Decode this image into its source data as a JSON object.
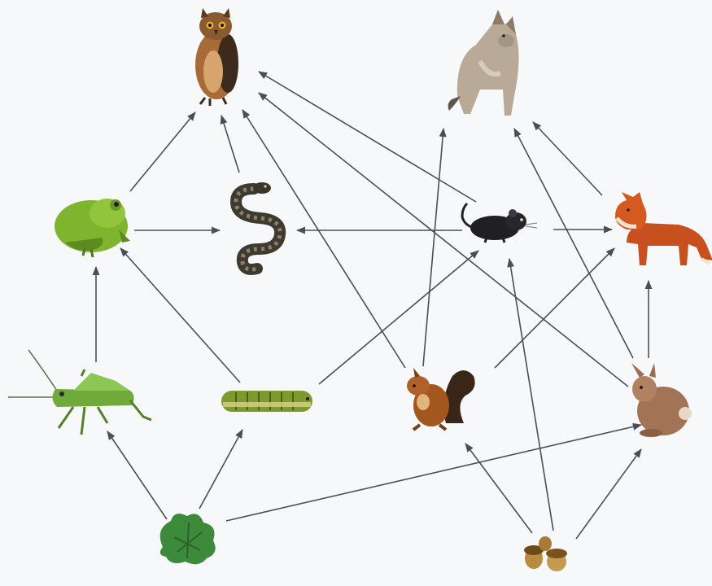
{
  "diagram": {
    "type": "food-web",
    "arrow_color": "#4a4f57",
    "organisms": [
      {
        "id": "owl",
        "icon": "owl-icon"
      },
      {
        "id": "coyote",
        "icon": "coyote-icon"
      },
      {
        "id": "frog",
        "icon": "frog-icon"
      },
      {
        "id": "snake",
        "icon": "snake-icon"
      },
      {
        "id": "mouse",
        "icon": "mouse-icon"
      },
      {
        "id": "fox",
        "icon": "fox-icon"
      },
      {
        "id": "grasshopper",
        "icon": "grasshopper-icon"
      },
      {
        "id": "caterpillar",
        "icon": "caterpillar-icon"
      },
      {
        "id": "squirrel",
        "icon": "squirrel-icon"
      },
      {
        "id": "rabbit",
        "icon": "rabbit-icon"
      },
      {
        "id": "plant",
        "icon": "leafy-plant-icon"
      },
      {
        "id": "nuts",
        "icon": "acorns-icon"
      }
    ],
    "energy_flows": [
      {
        "from": "frog",
        "to": "owl"
      },
      {
        "from": "snake",
        "to": "owl"
      },
      {
        "from": "squirrel",
        "to": "owl"
      },
      {
        "from": "mouse",
        "to": "owl"
      },
      {
        "from": "rabbit",
        "to": "owl"
      },
      {
        "from": "squirrel",
        "to": "coyote"
      },
      {
        "from": "rabbit",
        "to": "coyote"
      },
      {
        "from": "fox",
        "to": "coyote"
      },
      {
        "from": "frog",
        "to": "snake"
      },
      {
        "from": "mouse",
        "to": "snake"
      },
      {
        "from": "mouse",
        "to": "fox"
      },
      {
        "from": "squirrel",
        "to": "fox"
      },
      {
        "from": "rabbit",
        "to": "fox"
      },
      {
        "from": "grasshopper",
        "to": "frog"
      },
      {
        "from": "caterpillar",
        "to": "frog"
      },
      {
        "from": "caterpillar",
        "to": "mouse"
      },
      {
        "from": "nuts",
        "to": "mouse"
      },
      {
        "from": "plant",
        "to": "grasshopper"
      },
      {
        "from": "plant",
        "to": "caterpillar"
      },
      {
        "from": "plant",
        "to": "rabbit"
      },
      {
        "from": "nuts",
        "to": "squirrel"
      },
      {
        "from": "nuts",
        "to": "rabbit"
      }
    ]
  }
}
